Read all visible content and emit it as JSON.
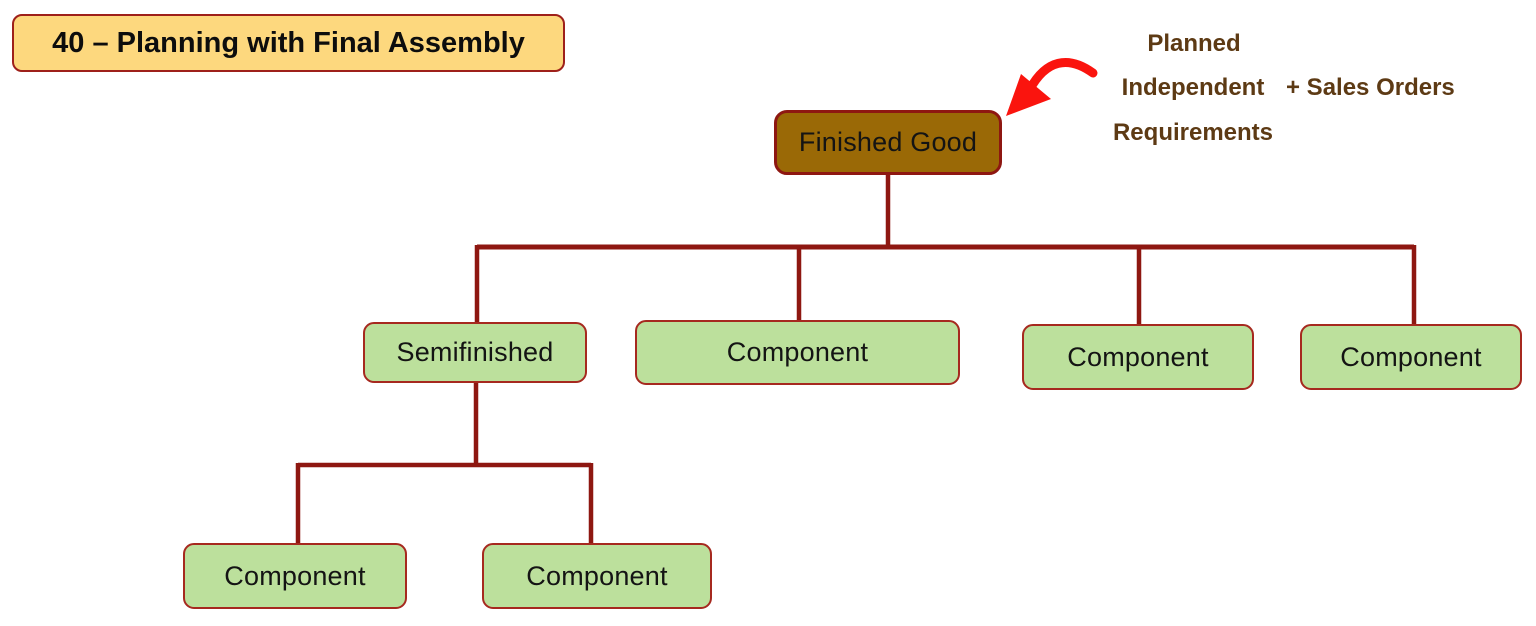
{
  "slide": {
    "title": "40 – Planning with Final Assembly"
  },
  "annotation": {
    "line1": "Planned",
    "line2": "Independent",
    "line2_suffix": "+ Sales Orders",
    "line3": "Requirements",
    "arrow_icon": "curved-red-arrow pointing to Finished Good"
  },
  "diagram": {
    "type": "tree",
    "root": {
      "label": "Finished Good",
      "style": "brown"
    },
    "level2": [
      {
        "label": "Semifinished",
        "style": "green",
        "parent": "Finished Good"
      },
      {
        "label": "Component",
        "style": "green",
        "parent": "Finished Good"
      },
      {
        "label": "Component",
        "style": "green",
        "parent": "Finished Good"
      },
      {
        "label": "Component",
        "style": "green",
        "parent": "Finished Good"
      }
    ],
    "level3": [
      {
        "label": "Component",
        "style": "green",
        "parent": "Semifinished"
      },
      {
        "label": "Component",
        "style": "green",
        "parent": "Semifinished"
      }
    ]
  },
  "colors": {
    "title_box_fill": "#fdd87e",
    "root_box_fill": "#9a6906",
    "child_box_fill": "#bce09c",
    "box_border_red": "#a6291f",
    "connector_dark_red": "#8e1711",
    "arrow_red": "#fa140e",
    "annotation_text_brown": "#5d3a14",
    "text_black": "#141414",
    "background": "#ffffff"
  }
}
